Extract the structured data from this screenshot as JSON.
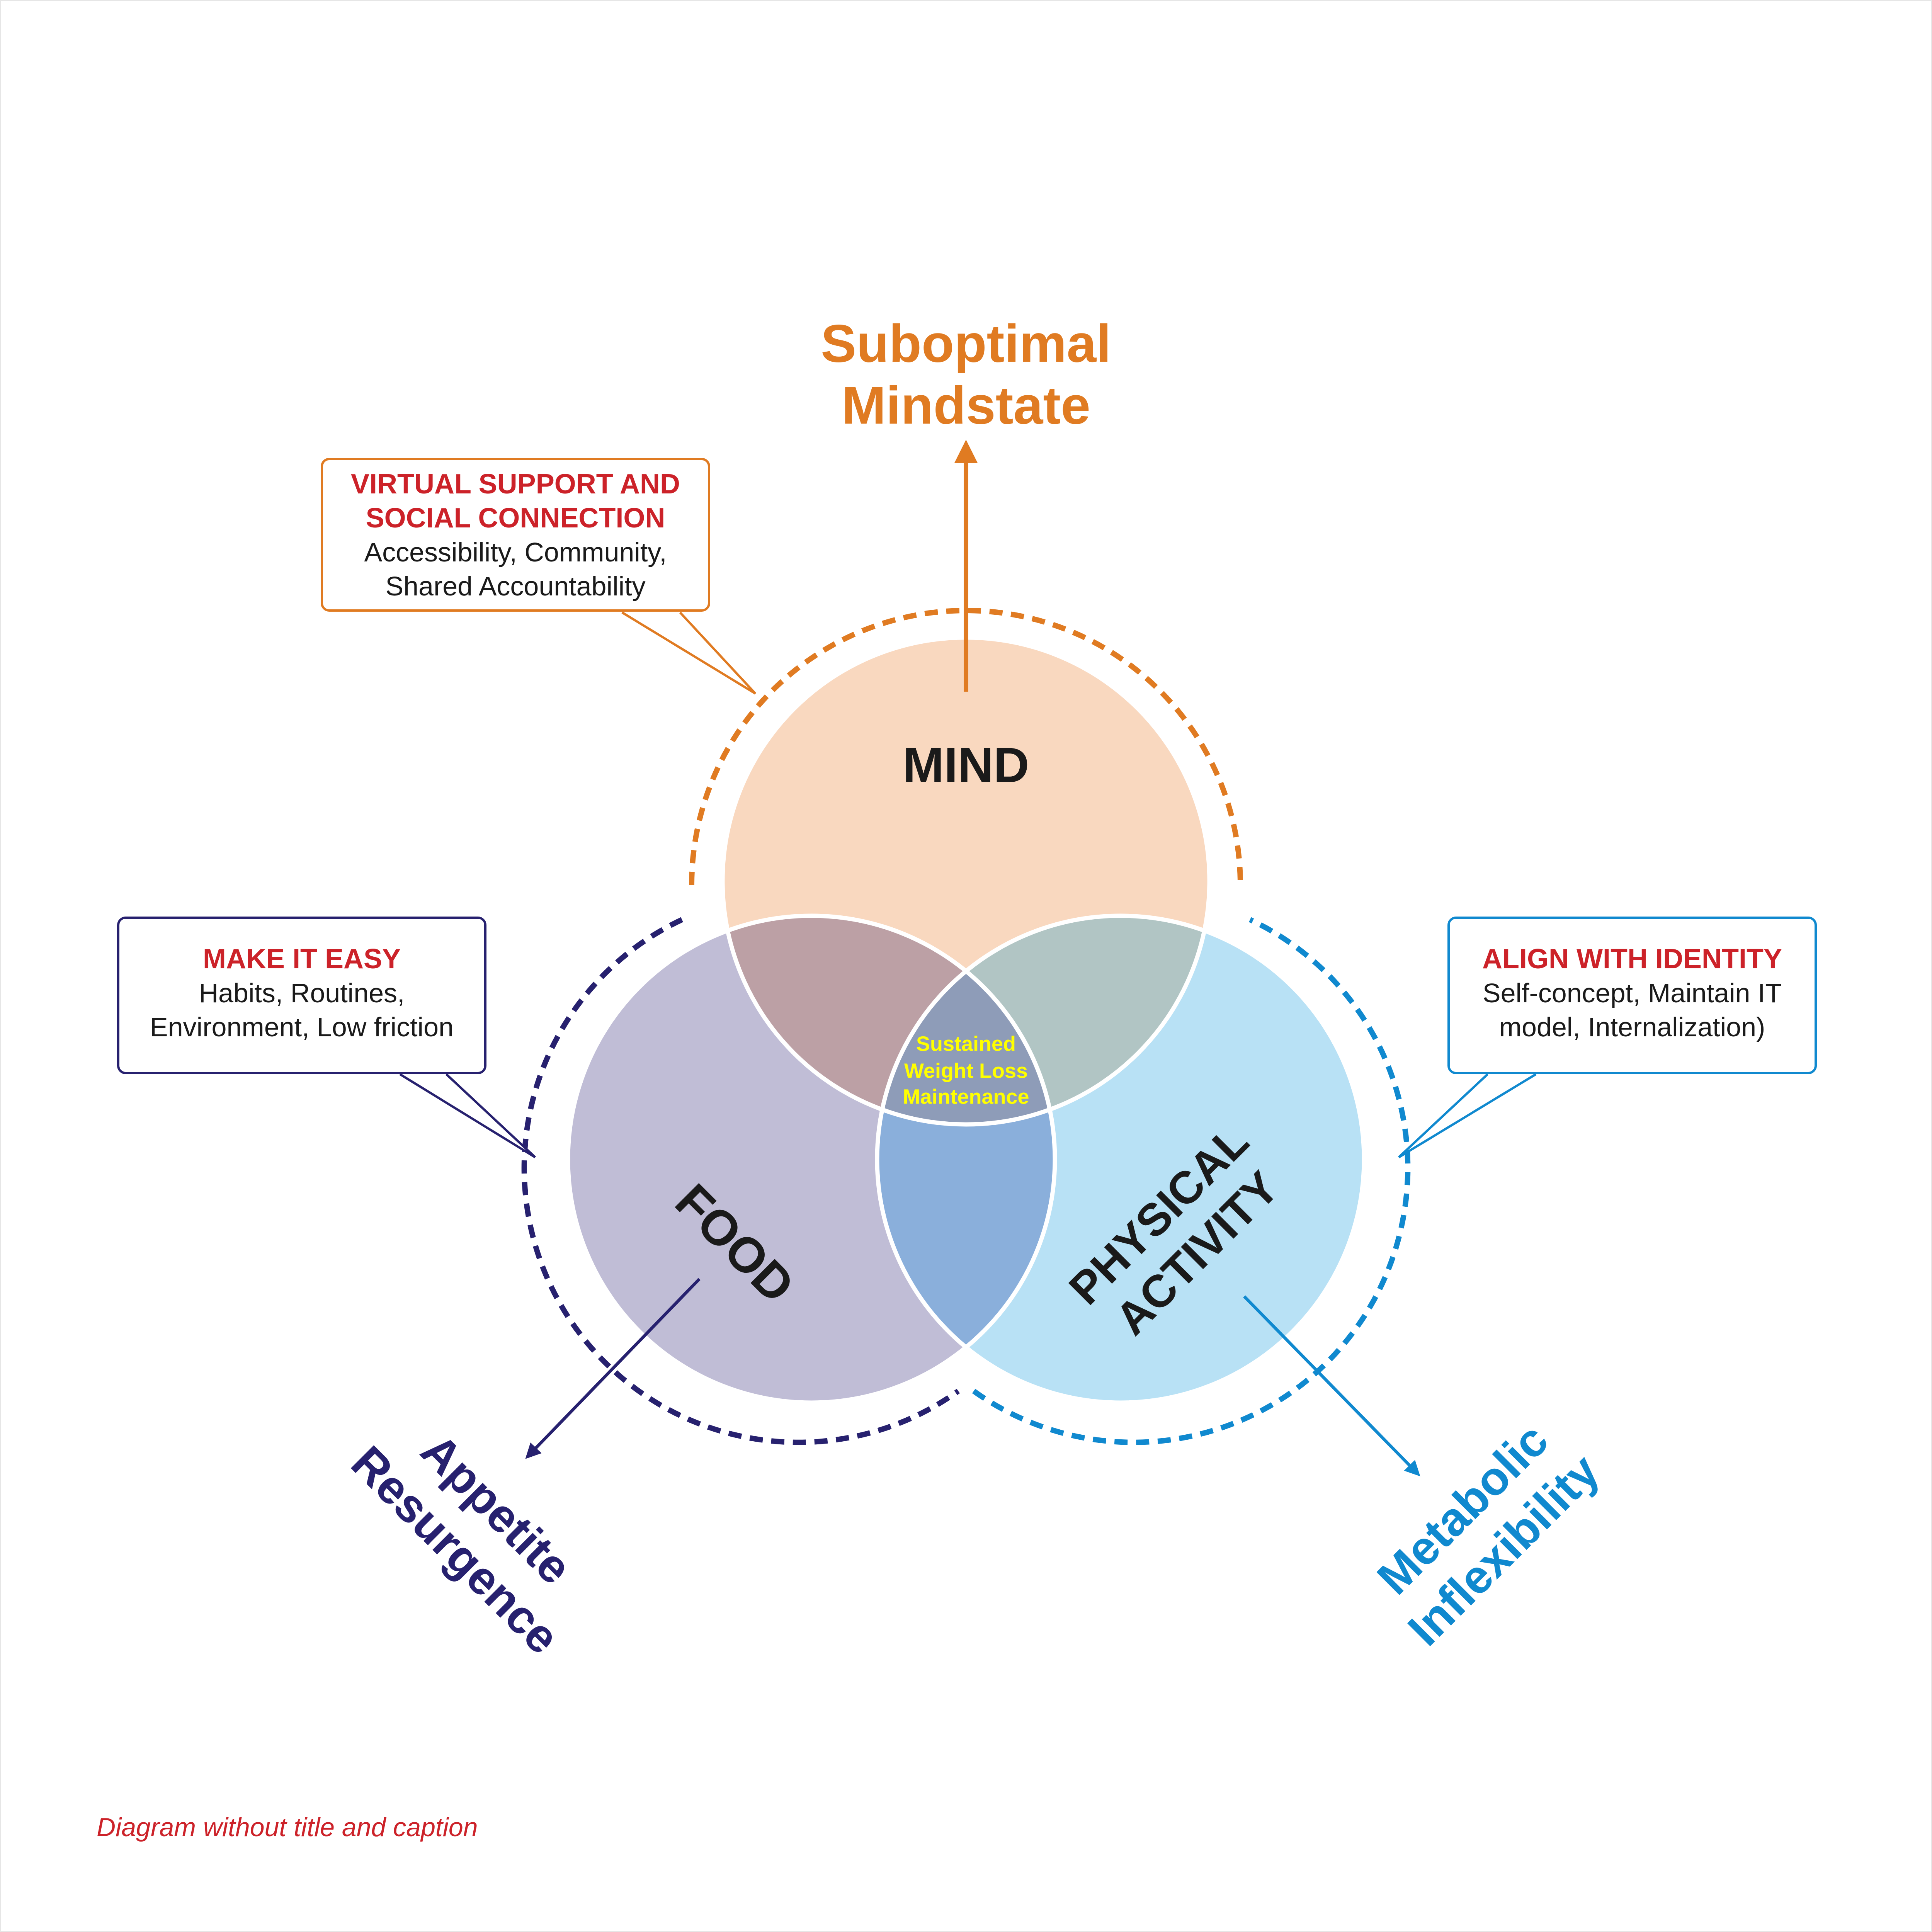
{
  "circles": {
    "mind": {
      "label": "MIND",
      "color": "#f9d8bf",
      "ring_color": "#e07b22"
    },
    "food": {
      "label": "FOOD",
      "color": "#c0bdd6",
      "ring_color": "#27216f"
    },
    "physical_activity": {
      "label_line1": "PHYSICAL",
      "label_line2": "ACTIVITY",
      "color": "#b8e1f5",
      "ring_color": "#1089cf"
    }
  },
  "center": {
    "line1": "Sustained",
    "line2": "Weight Loss",
    "line3": "Maintenance",
    "color": "#ffff00"
  },
  "outcomes": {
    "mind": {
      "line1": "Suboptimal",
      "line2": "Mindstate",
      "color": "#e07b22"
    },
    "food": {
      "line1": "Appetite",
      "line2": "Resurgence",
      "color": "#27216f"
    },
    "physical_activity": {
      "line1": "Metabolic",
      "line2": "Inflexibility",
      "color": "#1089cf"
    }
  },
  "callouts": {
    "mind": {
      "heading_line1": "VIRTUAL SUPPORT AND",
      "heading_line2": "SOCIAL CONNECTION",
      "body_line1": "Accessibility, Community,",
      "body_line2": "Shared Accountability"
    },
    "food": {
      "heading": "MAKE IT EASY",
      "body_line1": "Habits, Routines,",
      "body_line2": "Environment, Low friction"
    },
    "physical_activity": {
      "heading": "ALIGN WITH IDENTITY",
      "body_line1": "Self-concept, Maintain IT",
      "body_line2": "model, Internalization)"
    }
  },
  "note": "Diagram without title and caption"
}
